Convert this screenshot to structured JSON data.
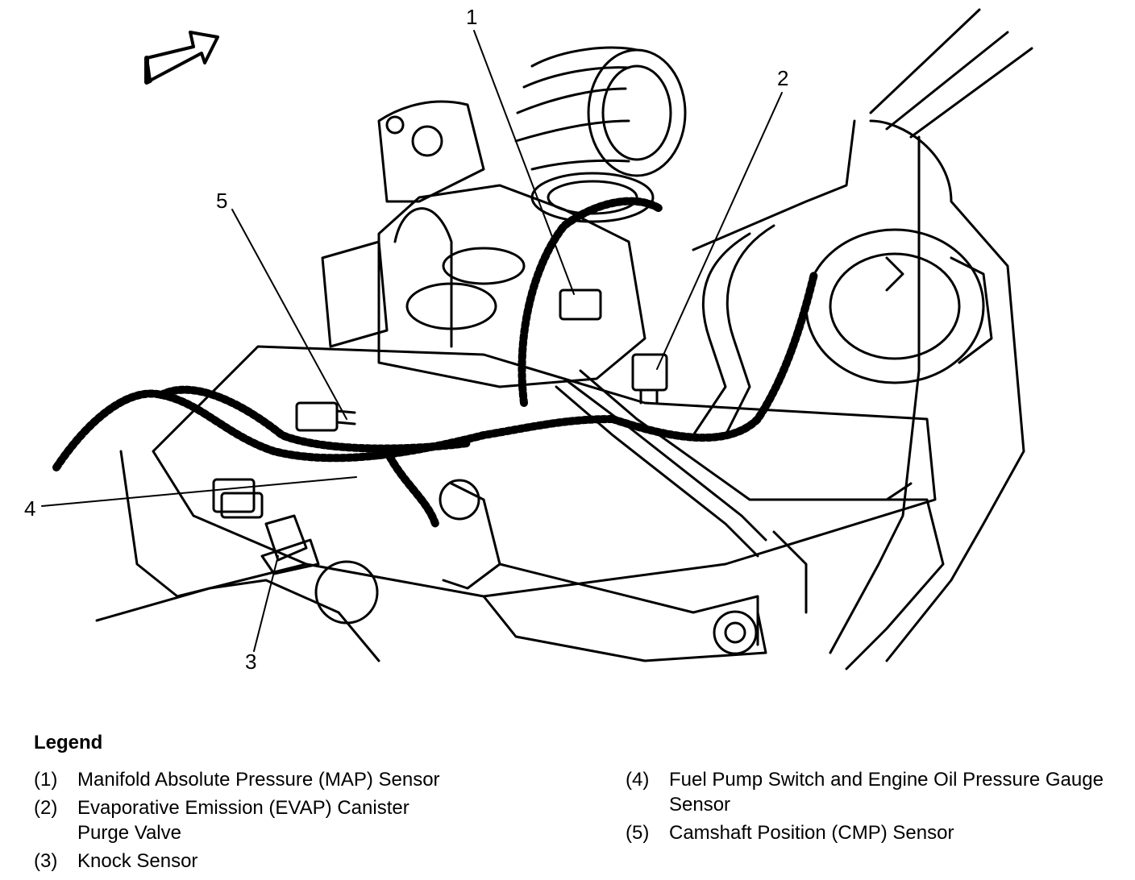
{
  "callouts": [
    {
      "id": "1",
      "label": "1"
    },
    {
      "id": "2",
      "label": "2"
    },
    {
      "id": "3",
      "label": "3"
    },
    {
      "id": "4",
      "label": "4"
    },
    {
      "id": "5",
      "label": "5"
    }
  ],
  "legend": {
    "title": "Legend",
    "items": [
      {
        "num": "(1)",
        "text": "Manifold Absolute Pressure (MAP) Sensor"
      },
      {
        "num": "(2)",
        "text": "Evaporative Emission (EVAP) Canister Purge Valve"
      },
      {
        "num": "(3)",
        "text": "Knock Sensor"
      },
      {
        "num": "(4)",
        "text": "Fuel Pump Switch and Engine Oil Pressure Gauge Sensor"
      },
      {
        "num": "(5)",
        "text": "Camshaft Position (CMP) Sensor"
      }
    ]
  }
}
